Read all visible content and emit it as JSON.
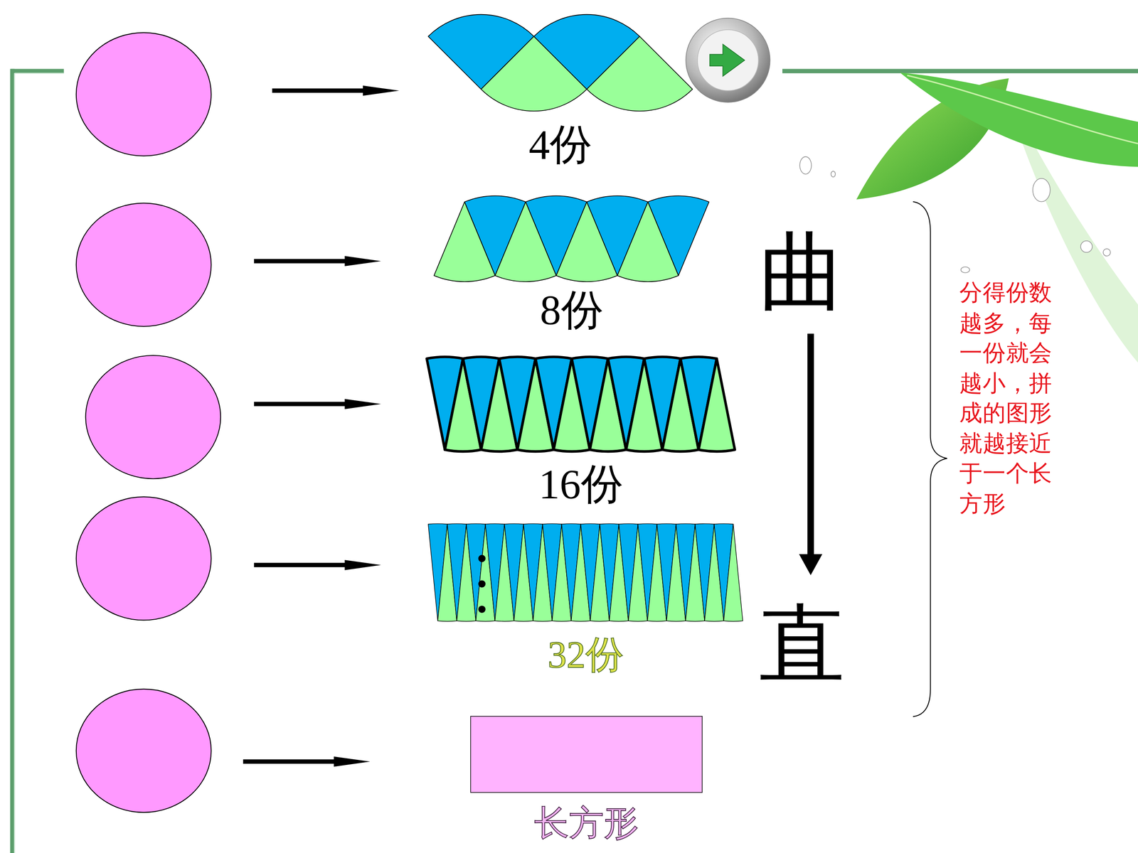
{
  "diagram": {
    "nodes": [
      {
        "text": [
          "4份"
        ]
      },
      {
        "text": [
          "8份"
        ]
      },
      {
        "text": [
          "16份"
        ]
      },
      {
        "text": [
          "32份"
        ]
      },
      {
        "text": [
          "长方形"
        ]
      }
    ],
    "labels": [
      "曲",
      "直",
      "分得份数越多，每一份就会越小，拼成的图形就越接近于一个长方形"
    ]
  }
}
